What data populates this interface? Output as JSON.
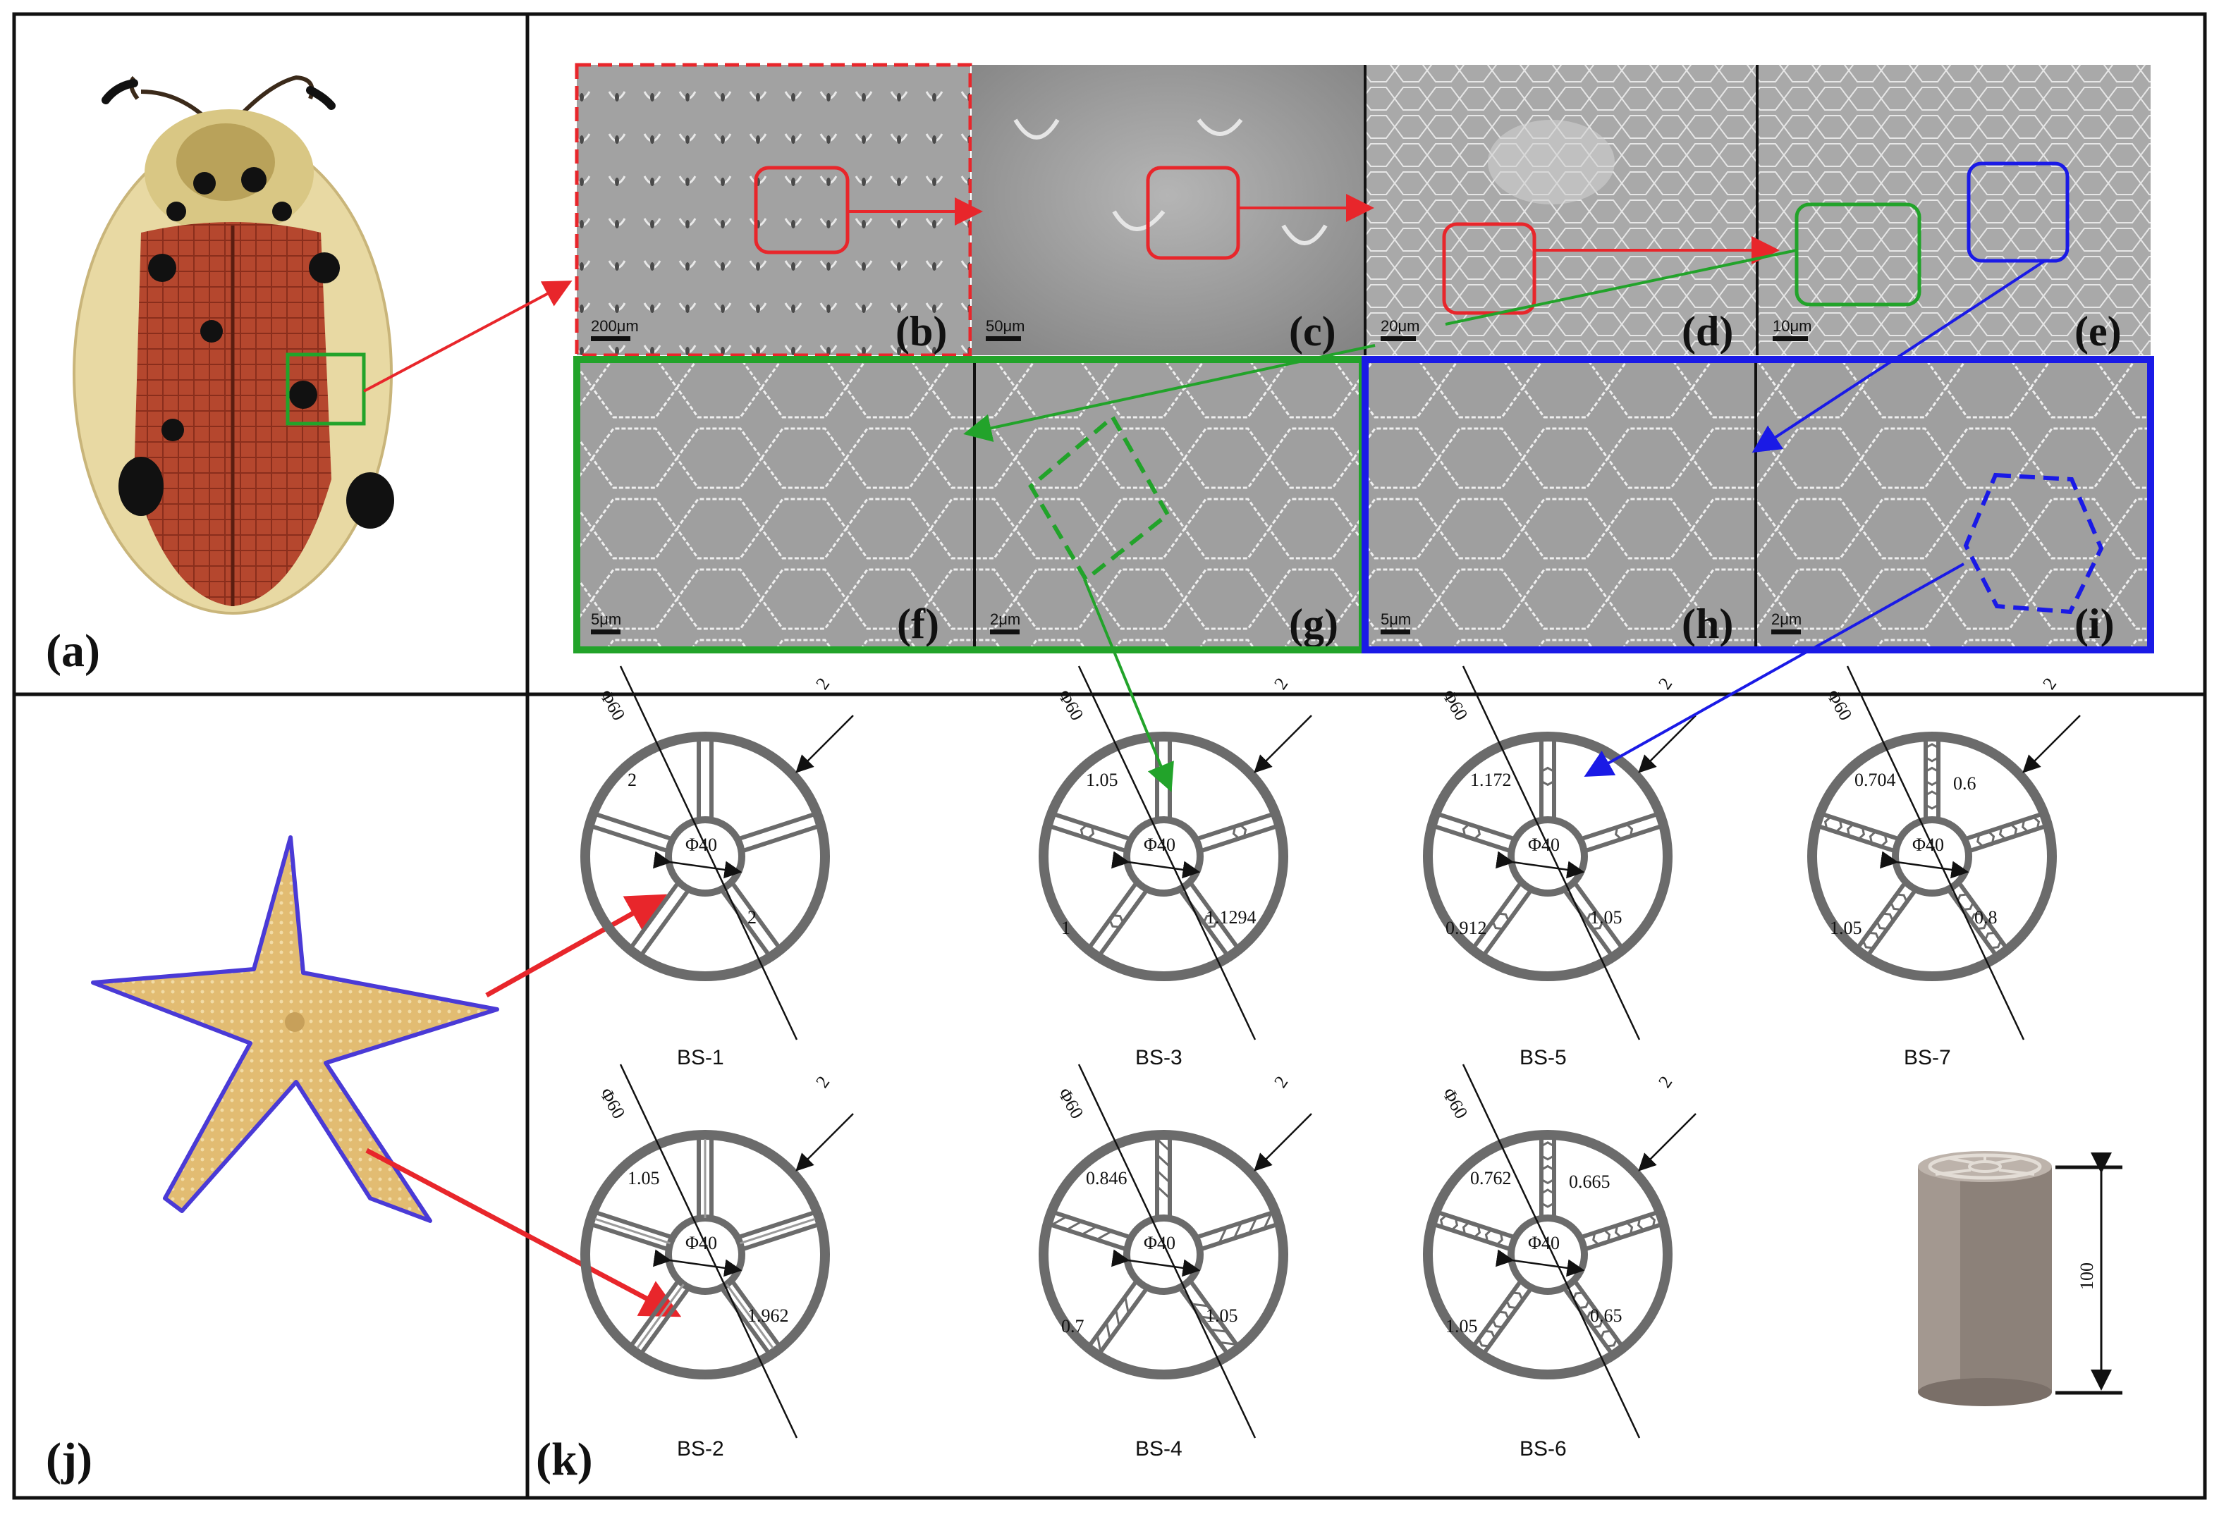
{
  "panels": {
    "a": "(a)",
    "b": "(b)",
    "c": "(c)",
    "d": "(d)",
    "e": "(e)",
    "f": "(f)",
    "g": "(g)",
    "h": "(h)",
    "i": "(i)",
    "j": "(j)",
    "k": "(k)"
  },
  "scale_bars": {
    "b": "200μm",
    "c": "50μm",
    "d": "20μm",
    "e": "10μm",
    "f": "5μm",
    "g": "2μm",
    "h": "5μm",
    "i": "2μm"
  },
  "designs": {
    "bs1": {
      "caption": "BS-1",
      "outer": "Φ60",
      "inner": "Φ40",
      "wall": "2",
      "rib_a": "2",
      "rib_b": "2"
    },
    "bs2": {
      "caption": "BS-2",
      "outer": "Φ60",
      "inner": "Φ40",
      "wall": "2",
      "dim_a": "1.05",
      "dim_b": "1.962"
    },
    "bs3": {
      "caption": "BS-3",
      "outer": "Φ60",
      "inner": "Φ40",
      "wall": "2",
      "dim_a": "1.05",
      "dim_b": "1.1294",
      "dim_c": "1"
    },
    "bs4": {
      "caption": "BS-4",
      "outer": "Φ60",
      "inner": "Φ40",
      "wall": "2",
      "dim_a": "0.846",
      "dim_b": "1.05",
      "dim_c": "0.7"
    },
    "bs5": {
      "caption": "BS-5",
      "outer": "Φ60",
      "inner": "Φ40",
      "wall": "2",
      "dim_a": "1.172",
      "dim_b": "1.05",
      "dim_c": "0.912"
    },
    "bs6": {
      "caption": "BS-6",
      "outer": "Φ60",
      "inner": "Φ40",
      "wall": "2",
      "dim_a": "0.762",
      "dim_b": "0.65",
      "dim_c": "1.05",
      "dim_d": "0.665"
    },
    "bs7": {
      "caption": "BS-7",
      "outer": "Φ60",
      "inner": "Φ40",
      "wall": "2",
      "dim_a": "0.704",
      "dim_b": "0.8",
      "dim_c": "1.05",
      "dim_d": "0.6"
    }
  },
  "cylinder": {
    "height_label": "100"
  },
  "colors": {
    "red": "#e8262b",
    "green": "#22a32a",
    "blue": "#1a1ae6",
    "beetle_red": "#b8452e",
    "beetle_yellow": "#e8d9a3",
    "starfish": "#e3c07a",
    "starfish_outline": "#4a3ad6",
    "ring_gray": "#6b6b6b",
    "sem_gray": "#9b9b9b"
  }
}
